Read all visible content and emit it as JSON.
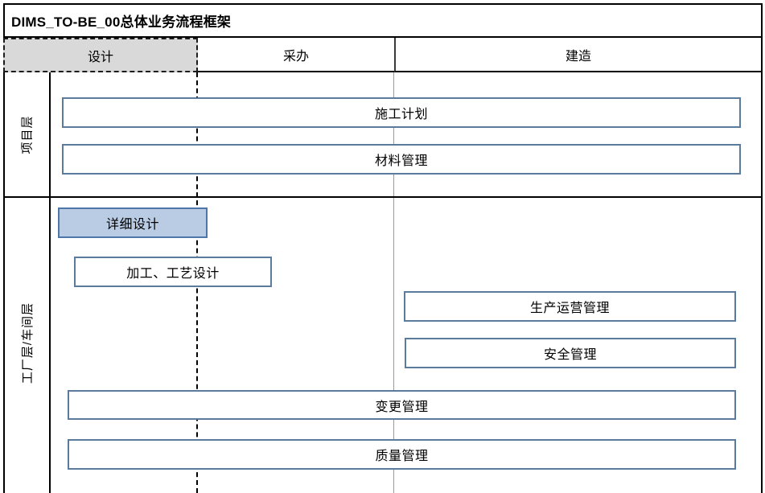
{
  "title": "DIMS_TO-BE_00总体业务流程框架",
  "header": {
    "columns": [
      {
        "label": "设计",
        "state": "selected"
      },
      {
        "label": "采办",
        "state": "normal"
      },
      {
        "label": "建造",
        "state": "normal"
      }
    ]
  },
  "lanes": [
    {
      "label": "项目层"
    },
    {
      "label": "工厂层/车间层"
    }
  ],
  "boxes": {
    "construction_plan": "施工计划",
    "material_management": "材料管理",
    "detailed_design": "详细设计",
    "processing_design": "加工、工艺设计",
    "production_operation": "生产运营管理",
    "safety_management": "安全管理",
    "change_management": "变更管理",
    "quality_management": "质量管理"
  },
  "colors": {
    "selected_header_bg": "#d9d9d9",
    "highlight_box_bg": "#b9cce4",
    "box_border": "#5b7b9c",
    "highlight_box_border": "#4f76a8",
    "grid_line": "#000000",
    "column_divider": "#8d9cae"
  }
}
